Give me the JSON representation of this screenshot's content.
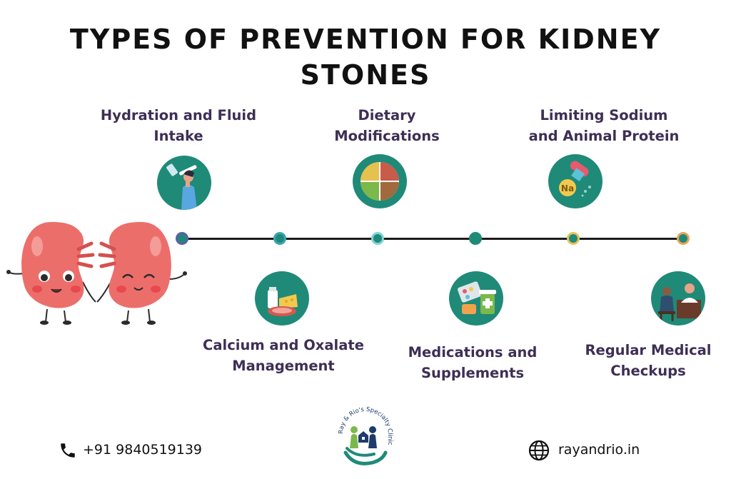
{
  "title": [
    "TYPES OF PREVENTION FOR KIDNEY",
    "STONES"
  ],
  "steps_top": [
    {
      "lines": [
        "Hydration and Fluid",
        "Intake"
      ],
      "icon": "drinking-water-icon"
    },
    {
      "lines": [
        "Dietary",
        "Modifications"
      ],
      "icon": "food-plate-icon"
    },
    {
      "lines": [
        "Limiting Sodium",
        "and Animal Protein"
      ],
      "icon": "sodium-icon"
    }
  ],
  "steps_bottom": [
    {
      "lines": [
        "Calcium and Oxalate",
        "Management"
      ],
      "icon": "dairy-meat-icon"
    },
    {
      "lines": [
        "Medications and",
        "Supplements"
      ],
      "icon": "pills-icon"
    },
    {
      "lines": [
        "Regular Medical",
        "Checkups"
      ],
      "icon": "doctor-visit-icon"
    }
  ],
  "timeline_dot_ring_colors": [
    "#5b5fa8",
    "#3aa6b5",
    "#7fd3dc",
    "#1f8a78",
    "#e8c15a",
    "#e8a65a"
  ],
  "sodium_symbol": "Na",
  "logo": {
    "arc_text": "Ray & Rio's Specialty Clinic"
  },
  "footer": {
    "phone": "+91 9840519139",
    "website": "rayandrio.in",
    "phone_icon": "phone-icon",
    "website_icon": "globe-icon"
  },
  "colors": {
    "accent": "#1f8a78",
    "label": "#3d2f55",
    "kidney": "#ec6e6a"
  }
}
